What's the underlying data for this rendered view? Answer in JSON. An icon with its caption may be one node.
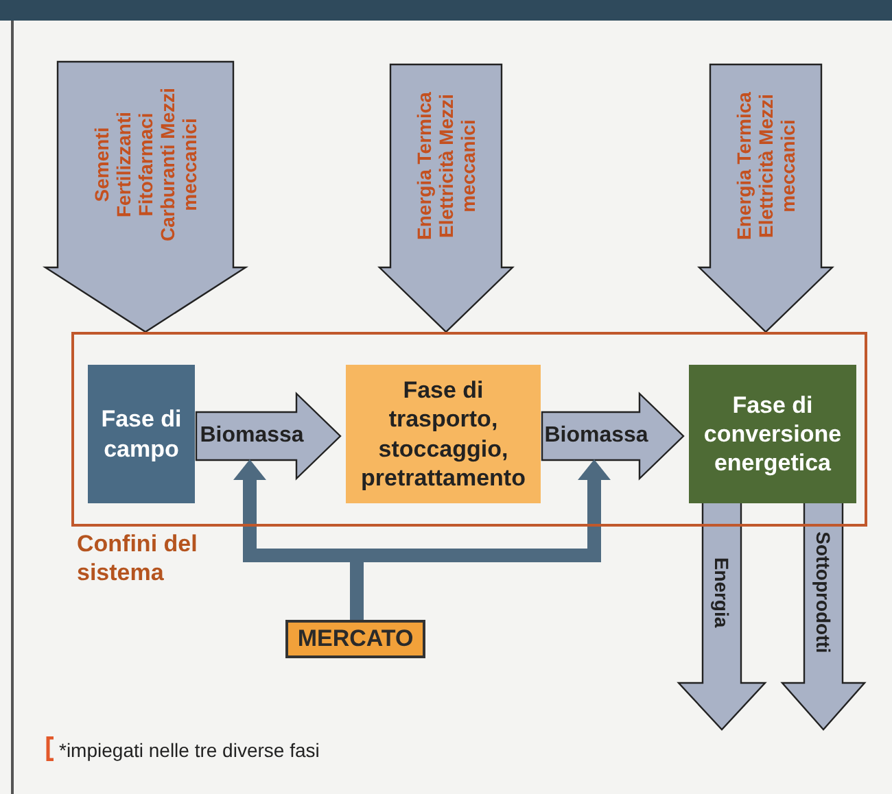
{
  "diagram": {
    "nodes": [
      {
        "text": [
          "Confini del sistema"
        ]
      },
      {
        "text": [
          "Fase di campo"
        ],
        "in": 0
      },
      {
        "text": [
          "Fase di trasporto, stoccaggio, pretrattamento"
        ],
        "in": 0
      },
      {
        "text": [
          "Fase di conversione energetica"
        ],
        "in": 0
      },
      {
        "text": [
          "MERCATO"
        ]
      }
    ],
    "edges": [
      {
        "from": null,
        "to": 0,
        "arrow": "to",
        "label": "Sementi Fertilizzanti Fitofarmaci Carburanti Mezzi meccanici",
        "style": "thick"
      },
      {
        "from": null,
        "to": 0,
        "arrow": "to",
        "label": "Energia Termica Elettricità Mezzi meccanici",
        "style": "thick"
      },
      {
        "from": null,
        "to": 0,
        "arrow": "to",
        "label": "Energia Termica Elettricità Mezzi meccanici",
        "style": "thick"
      },
      {
        "from": 1,
        "to": 2,
        "arrow": "to",
        "label": "Biomassa",
        "style": "thick"
      },
      {
        "from": 2,
        "to": 3,
        "arrow": "to",
        "label": "Biomassa",
        "style": "thick"
      },
      {
        "from": 4,
        "to": null,
        "arrow": "to",
        "color": "#4e6a80"
      },
      {
        "from": 4,
        "to": null,
        "arrow": "to",
        "color": "#4e6a80"
      },
      {
        "from": 3,
        "to": null,
        "arrow": "to",
        "label": "Energia",
        "style": "thick"
      },
      {
        "from": 3,
        "to": null,
        "arrow": "to",
        "label": "Sottoprodotti",
        "style": "thick"
      }
    ],
    "labels": [
      "*impiegati nelle tre diverse fasi"
    ]
  }
}
